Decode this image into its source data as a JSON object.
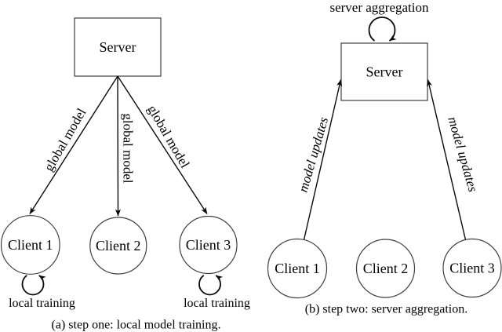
{
  "figure": {
    "left": {
      "server_label": "Server",
      "clients": [
        "Client 1",
        "Client 2",
        "Client 3"
      ],
      "edge_labels": [
        "global model",
        "global model",
        "global model"
      ],
      "loop_labels": [
        "local training",
        "local training"
      ],
      "caption": "(a) step one: local model training."
    },
    "right": {
      "server_label": "Server",
      "aggregation_label": "server aggregation",
      "clients": [
        "Client 1",
        "Client 2",
        "Client 3"
      ],
      "edge_labels": [
        "model updates",
        "model updates"
      ],
      "caption": "(b) step two: server aggregation."
    },
    "colors": {
      "ink": "#0a0a0a",
      "shape_outline": "#3f3f3f",
      "background": "#ffffff"
    }
  }
}
